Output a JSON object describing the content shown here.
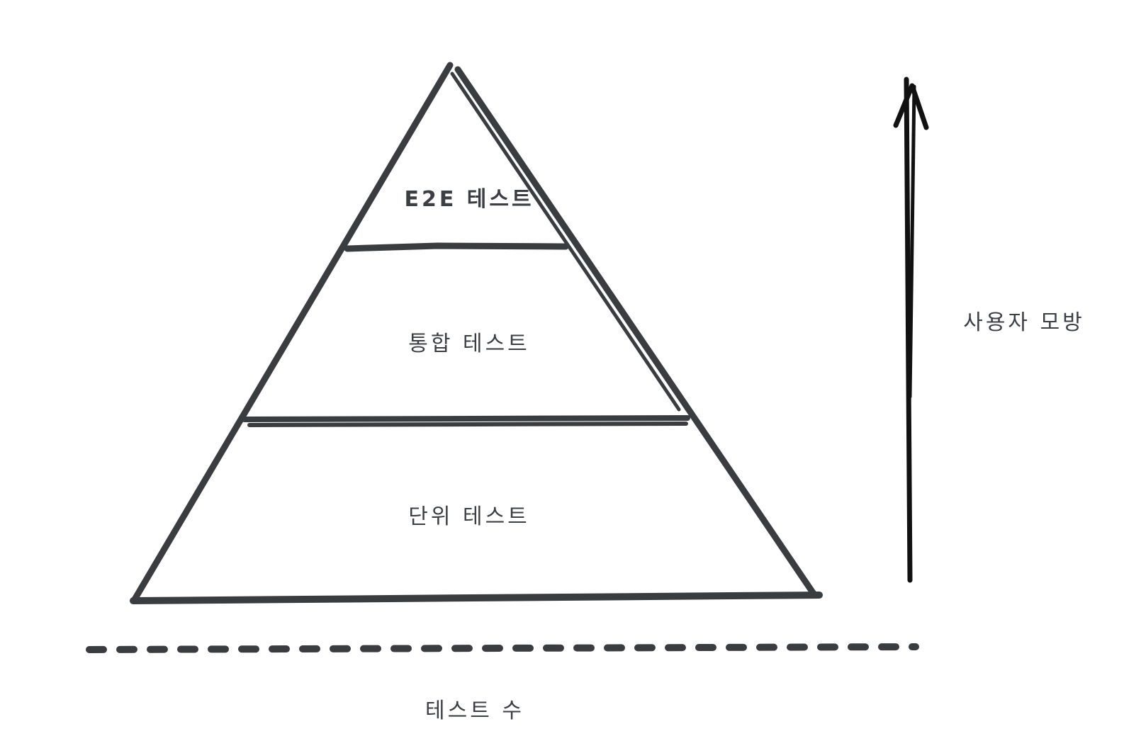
{
  "pyramid": {
    "top_layer_label": "E2E 테스트",
    "middle_layer_label": "통합 테스트",
    "bottom_layer_label": "단위 테스트"
  },
  "right_axis": {
    "label": "사용자 모방"
  },
  "bottom_axis": {
    "label": "테스트 수"
  },
  "colors": {
    "stroke": "#3a3d40",
    "arrow": "#111111",
    "text": "#3b3f44",
    "background": "#ffffff"
  }
}
